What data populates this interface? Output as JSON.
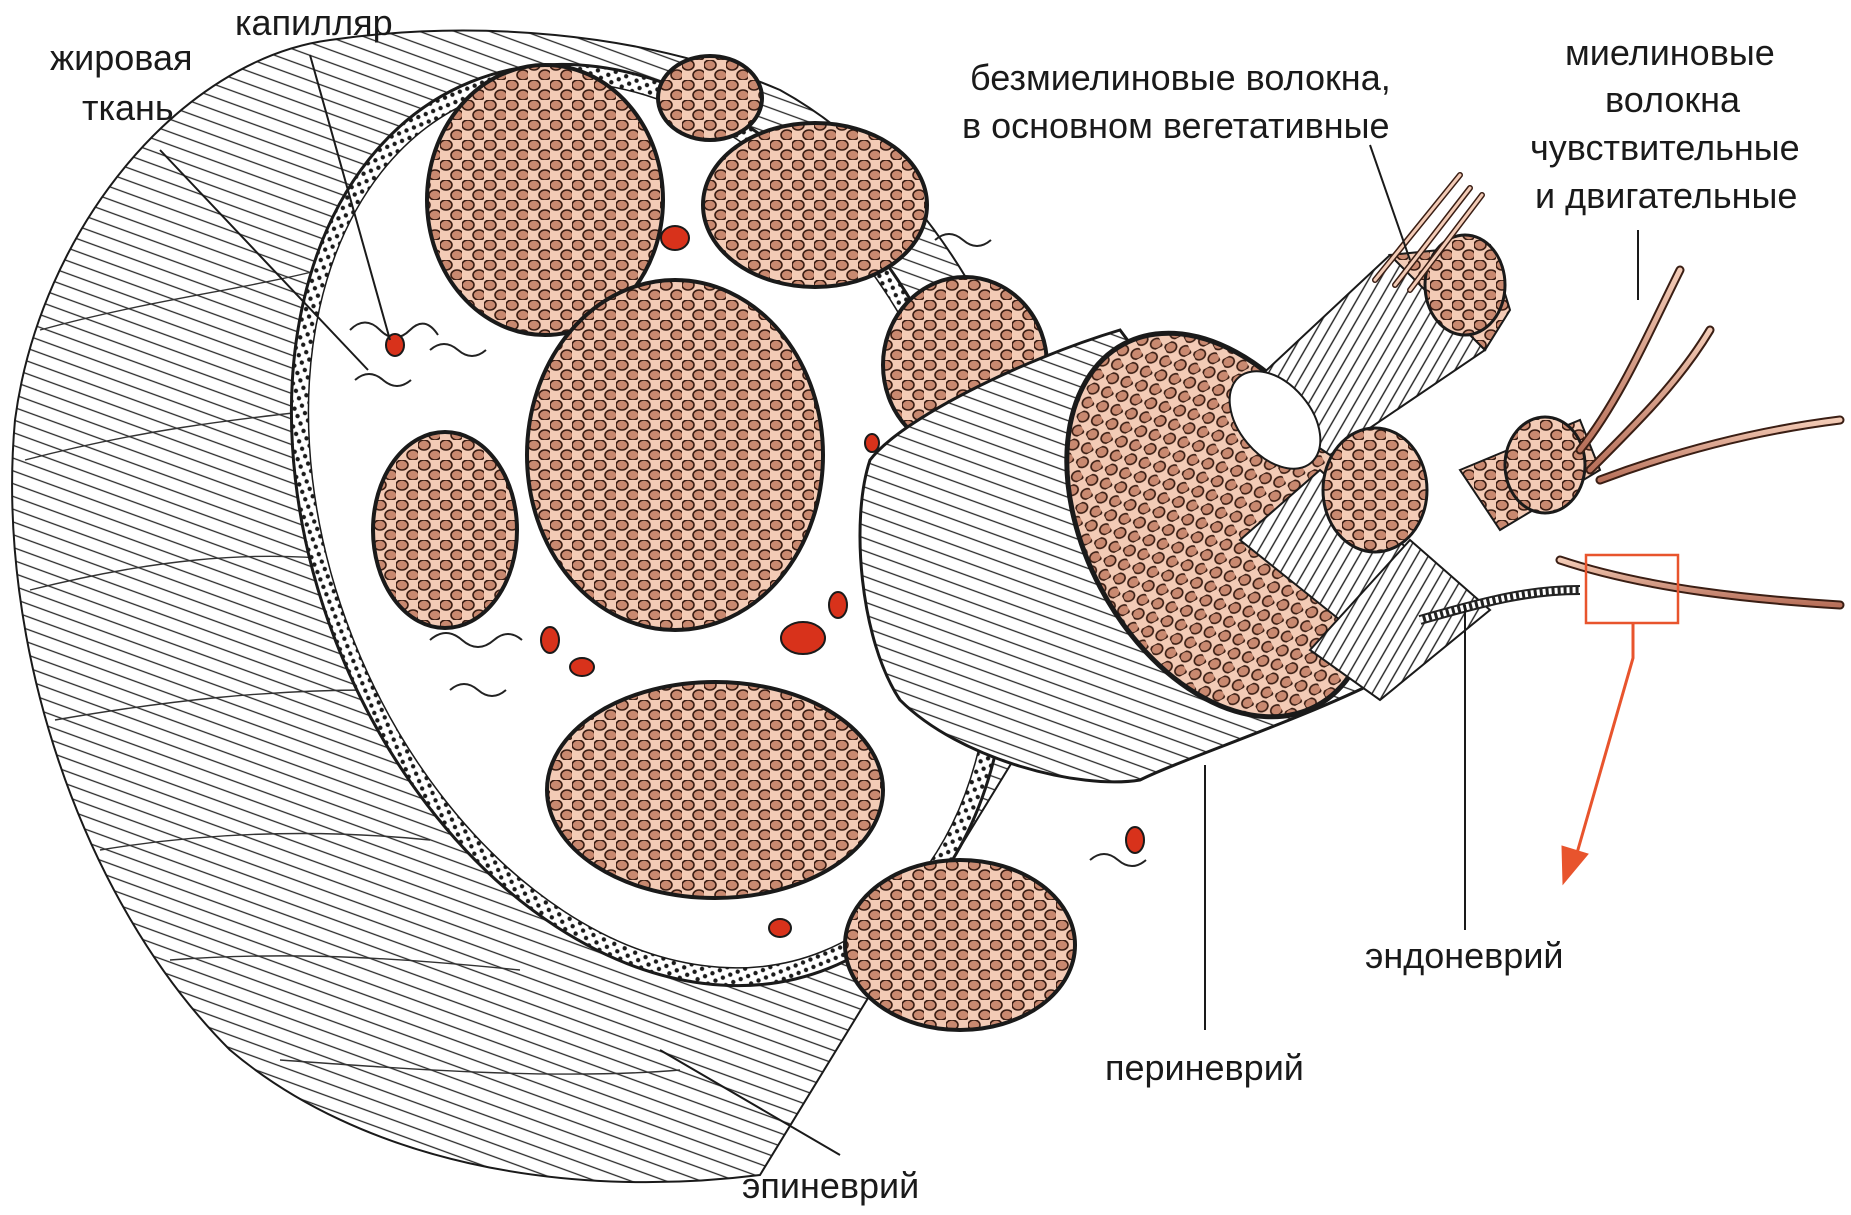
{
  "labels": {
    "adipose_line1": "жировая",
    "adipose_line2": "ткань",
    "capillary": "капилляр",
    "unmyelinated_line1": "безмиелиновые волокна,",
    "unmyelinated_line2": "в основном вегетативные",
    "myelinated_line1": "миелиновые",
    "myelinated_line2": "волокна",
    "myelinated_line3": "чувствительные",
    "myelinated_line4": "и двигательные",
    "endoneurium": "эндоневрий",
    "perineurium": "периневрий",
    "epineurium": "эпиневрий"
  },
  "colors": {
    "fascicle_fill": "#c98970",
    "fascicle_light": "#f3cbb6",
    "outline": "#1a1a1a",
    "vessel": "#d8321b",
    "highlight_box": "#e8542d",
    "background": "#ffffff"
  }
}
